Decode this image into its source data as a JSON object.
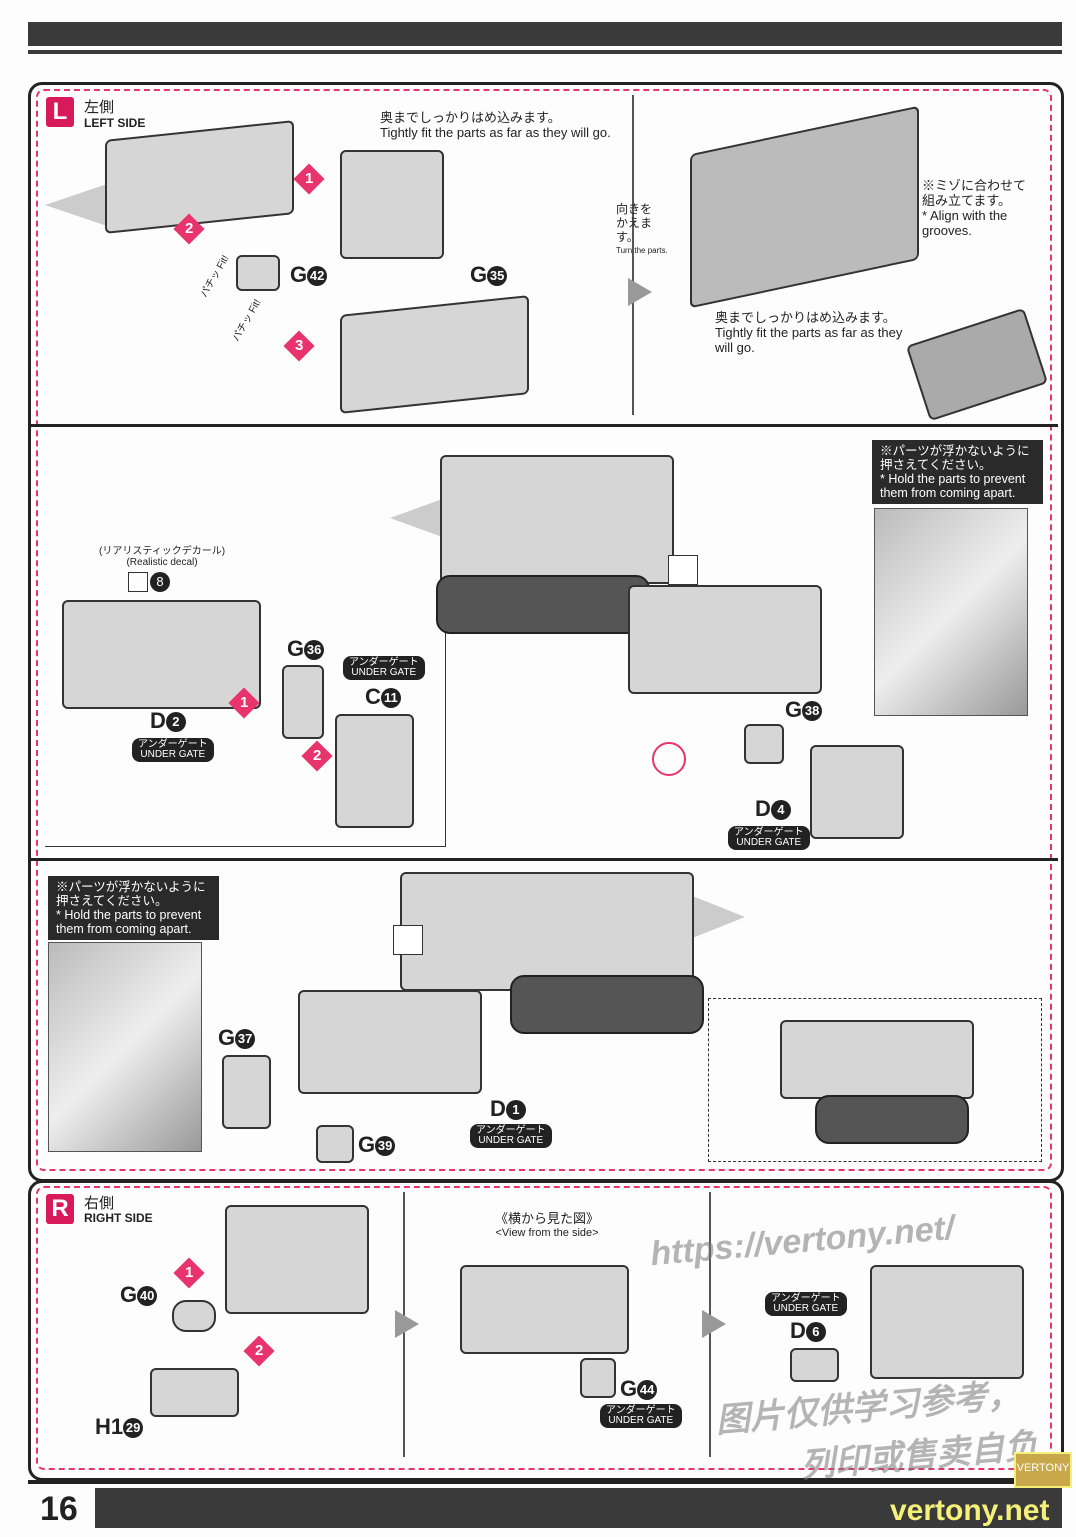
{
  "page_number": "16",
  "watermark": {
    "url": "https://vertony.net/",
    "line2": "图片仅供学习参考，",
    "line3": "列印或售卖自负",
    "logo_box": "VERTONY",
    "logo_text": "vertony.net"
  },
  "left_side": {
    "tag": "L",
    "title_jp": "左側",
    "title_en": "LEFT SIDE",
    "panel1": {
      "note1_jp": "奥までしっかりはめ込みます。",
      "note1_en": "Tightly fit the parts as far as they will go.",
      "steps": [
        "1",
        "2",
        "3"
      ],
      "fit_label": "パチッ Fit!",
      "parts": [
        {
          "letter": "G",
          "num": "42"
        },
        {
          "letter": "G",
          "num": "35"
        }
      ]
    },
    "panel2": {
      "turn_jp": "向きを かえます。",
      "turn_en": "Turn the parts.",
      "groove_jp": "※ミゾに合わせて 組み立てます。",
      "groove_en": "* Align with the grooves.",
      "note_jp": "奥までしっかりはめ込みます。",
      "note_en": "Tightly fit the parts as far as they will go."
    },
    "panel3": {
      "hold_jp": "※パーツが浮かないように 押さえてください。",
      "hold_en": "* Hold the parts to prevent them from coming apart.",
      "decal_jp": "(リアリスティックデカール)",
      "decal_en": "(Realistic decal)",
      "decal_num": "8",
      "parts": [
        {
          "letter": "G",
          "num": "36"
        },
        {
          "letter": "C",
          "num": "11"
        },
        {
          "letter": "D",
          "num": "2"
        },
        {
          "letter": "G",
          "num": "38"
        },
        {
          "letter": "D",
          "num": "4"
        }
      ],
      "under_gate_jp": "アンダーゲート",
      "under_gate_en": "UNDER GATE",
      "steps": [
        "1",
        "2"
      ]
    },
    "panel4": {
      "hold_jp": "※パーツが浮かないように 押さえてください。",
      "hold_en": "* Hold the parts to prevent them from coming apart.",
      "parts": [
        {
          "letter": "G",
          "num": "37"
        },
        {
          "letter": "D",
          "num": "1"
        },
        {
          "letter": "G",
          "num": "39"
        }
      ]
    }
  },
  "right_side": {
    "tag": "R",
    "title_jp": "右側",
    "title_en": "RIGHT SIDE",
    "steps": [
      "1",
      "2"
    ],
    "parts": [
      {
        "letter": "G",
        "num": "40"
      },
      {
        "letter": "H1",
        "num": "29"
      },
      {
        "letter": "G",
        "num": "44"
      },
      {
        "letter": "D",
        "num": "6"
      }
    ],
    "view_jp": "《横から見た図》",
    "view_en": "<View from the side>",
    "under_gate_jp": "アンダーゲート",
    "under_gate_en": "UNDER GATE"
  },
  "colors": {
    "accent": "#e8336d",
    "dark": "#3a3a3a"
  }
}
